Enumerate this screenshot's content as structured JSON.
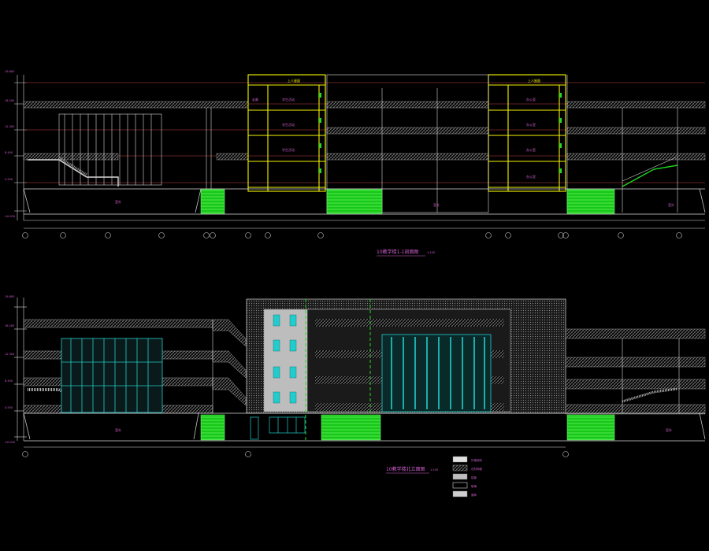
{
  "drawing": {
    "background": "#000000",
    "colors": {
      "line": "#d8d8d8",
      "hatch": "#9a9a9a",
      "highlight": "#f5f500",
      "grass": "#22dd22",
      "glass": "#22cccc",
      "dim": "#d060d0",
      "grid": "#c04040",
      "axis_bubble": "#c8c8c8"
    },
    "section": {
      "title": "10教学楼1-1剖面图",
      "scale": "1:100",
      "top_labels": [
        "上人屋面",
        "上人屋面"
      ],
      "room_labels": [
        "走廊",
        "学生活动",
        "学生活动",
        "学生活动",
        "办公室",
        "办公室",
        "办公室",
        "办公室"
      ],
      "ground_labels": [
        "室外",
        "室外",
        "室外"
      ],
      "elev_labels": [
        "±0.000",
        "4.500",
        "8.400",
        "12.300",
        "16.200",
        "19.800"
      ]
    },
    "elevation": {
      "title": "10教学楼北立面图",
      "scale": "1:100",
      "ground_labels": [
        "室外",
        "室外"
      ],
      "elev_labels": [
        "±0.000",
        "4.500",
        "8.400",
        "12.300",
        "16.200",
        "19.800"
      ]
    },
    "legend": {
      "items": [
        {
          "label": "外墙涂料",
          "pattern": "solid"
        },
        {
          "label": "石材饰面",
          "pattern": "hatch"
        },
        {
          "label": "铝板",
          "pattern": "gray"
        },
        {
          "label": "玻璃",
          "pattern": "black"
        },
        {
          "label": "面砖",
          "pattern": "light"
        }
      ]
    }
  }
}
